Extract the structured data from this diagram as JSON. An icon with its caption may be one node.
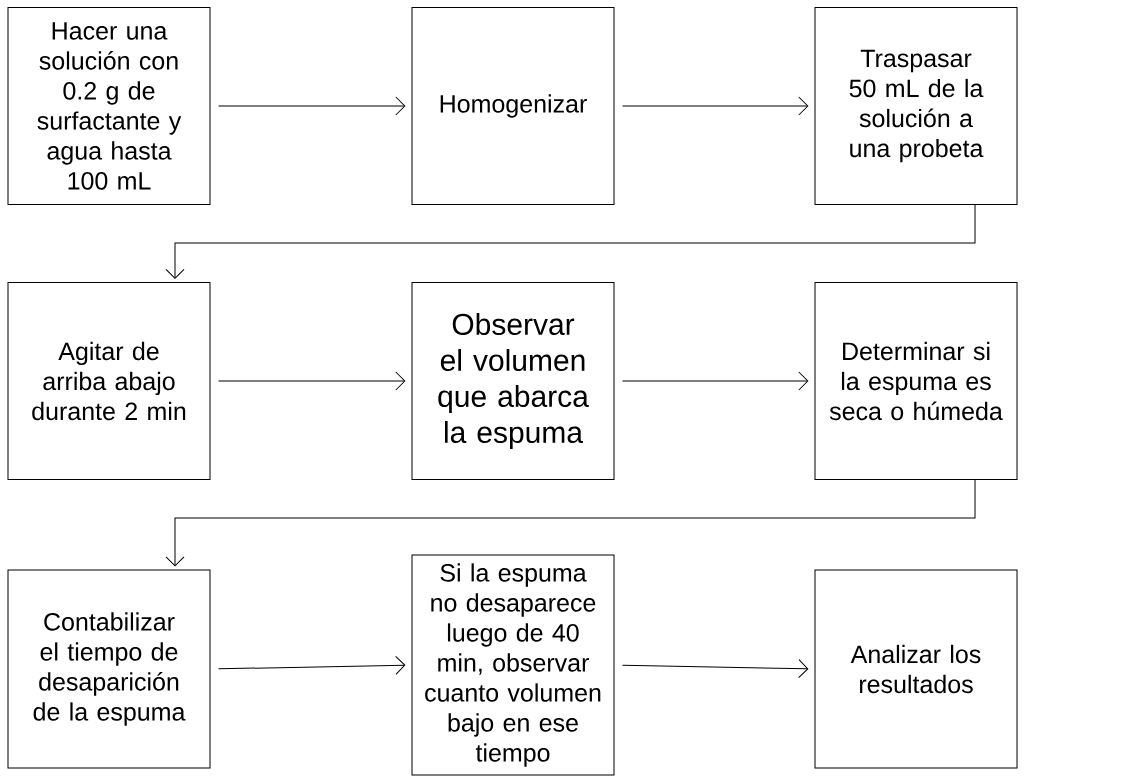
{
  "diagram": {
    "nodes": [
      {
        "text": [
          "Hacer una solución con 0.2 g de surfactante y agua hasta 100 mL"
        ]
      },
      {
        "text": [
          "Homogenizar"
        ]
      },
      {
        "text": [
          "Traspasar 50 mL de la solución a una probeta"
        ]
      },
      {
        "text": [
          "Agitar de arriba abajo durante 2 min"
        ]
      },
      {
        "text": [
          "Observar el volumen que abarca la espuma"
        ]
      },
      {
        "text": [
          "Determinar si la espuma es seca o húmeda"
        ]
      },
      {
        "text": [
          "Contabilizar el tiempo de desaparición de la espuma"
        ]
      },
      {
        "text": [
          "Si la espuma no desaparece luego de 40 min, observar cuanto volumen bajo en ese tiempo"
        ]
      },
      {
        "text": [
          "Analizar los resultados"
        ]
      }
    ],
    "edges": [
      {
        "from": 0,
        "to": 1,
        "arrow": "to"
      },
      {
        "from": 1,
        "to": 2,
        "arrow": "to"
      },
      {
        "from": 2,
        "to": 3,
        "arrow": "to"
      },
      {
        "from": 3,
        "to": 4,
        "arrow": "to"
      },
      {
        "from": 4,
        "to": 5,
        "arrow": "to"
      },
      {
        "from": 5,
        "to": 6,
        "arrow": "to"
      },
      {
        "from": 6,
        "to": 7,
        "arrow": "to"
      },
      {
        "from": 7,
        "to": 8,
        "arrow": "to"
      }
    ]
  }
}
